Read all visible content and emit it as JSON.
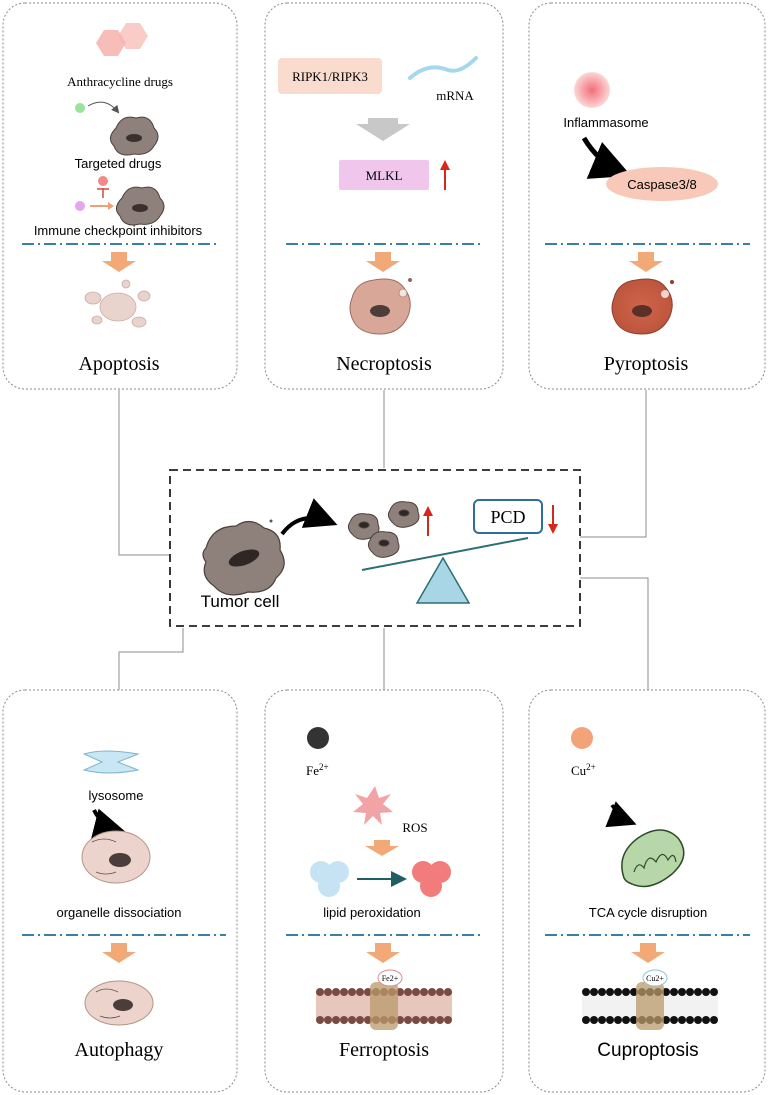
{
  "panels": {
    "apoptosis": {
      "title": "Apoptosis",
      "labels": [
        "Anthracycline drugs",
        "Targeted drugs",
        "Immune checkpoint inhibitors"
      ]
    },
    "necroptosis": {
      "title": "Necroptosis",
      "labels": [
        "RIPK1/RIPK3",
        "mRNA",
        "MLKL"
      ]
    },
    "pyroptosis": {
      "title": "Pyroptosis",
      "labels": [
        "Inflammasome",
        "Caspase3/8"
      ]
    },
    "autophagy": {
      "title": "Autophagy",
      "labels": [
        "lysosome",
        "organelle dissociation"
      ]
    },
    "ferroptosis": {
      "title": "Ferroptosis",
      "fe": "Fe",
      "fe_sup": "2+",
      "labels": [
        "ROS",
        "lipid peroxidation"
      ],
      "membrane_label": "Fe2+"
    },
    "cuproptosis": {
      "title": "Cuproptosis",
      "cu": "Cu",
      "cu_sup": "2+",
      "labels": [
        "TCA cycle disruption"
      ],
      "membrane_label": "Cu2+"
    }
  },
  "center": {
    "tumor_label": "Tumor cell",
    "pcd_label": "PCD"
  },
  "colors": {
    "panel_border": "#8a8a8a",
    "dash_divider": "#1f6f9a",
    "orange_arrow": "#f2a877",
    "up_down_arrow": "#d9261c",
    "balance_triangle": "#a9d6e6",
    "balance_beam": "#2b6f73",
    "pcd_box": "#2b6f9a"
  }
}
